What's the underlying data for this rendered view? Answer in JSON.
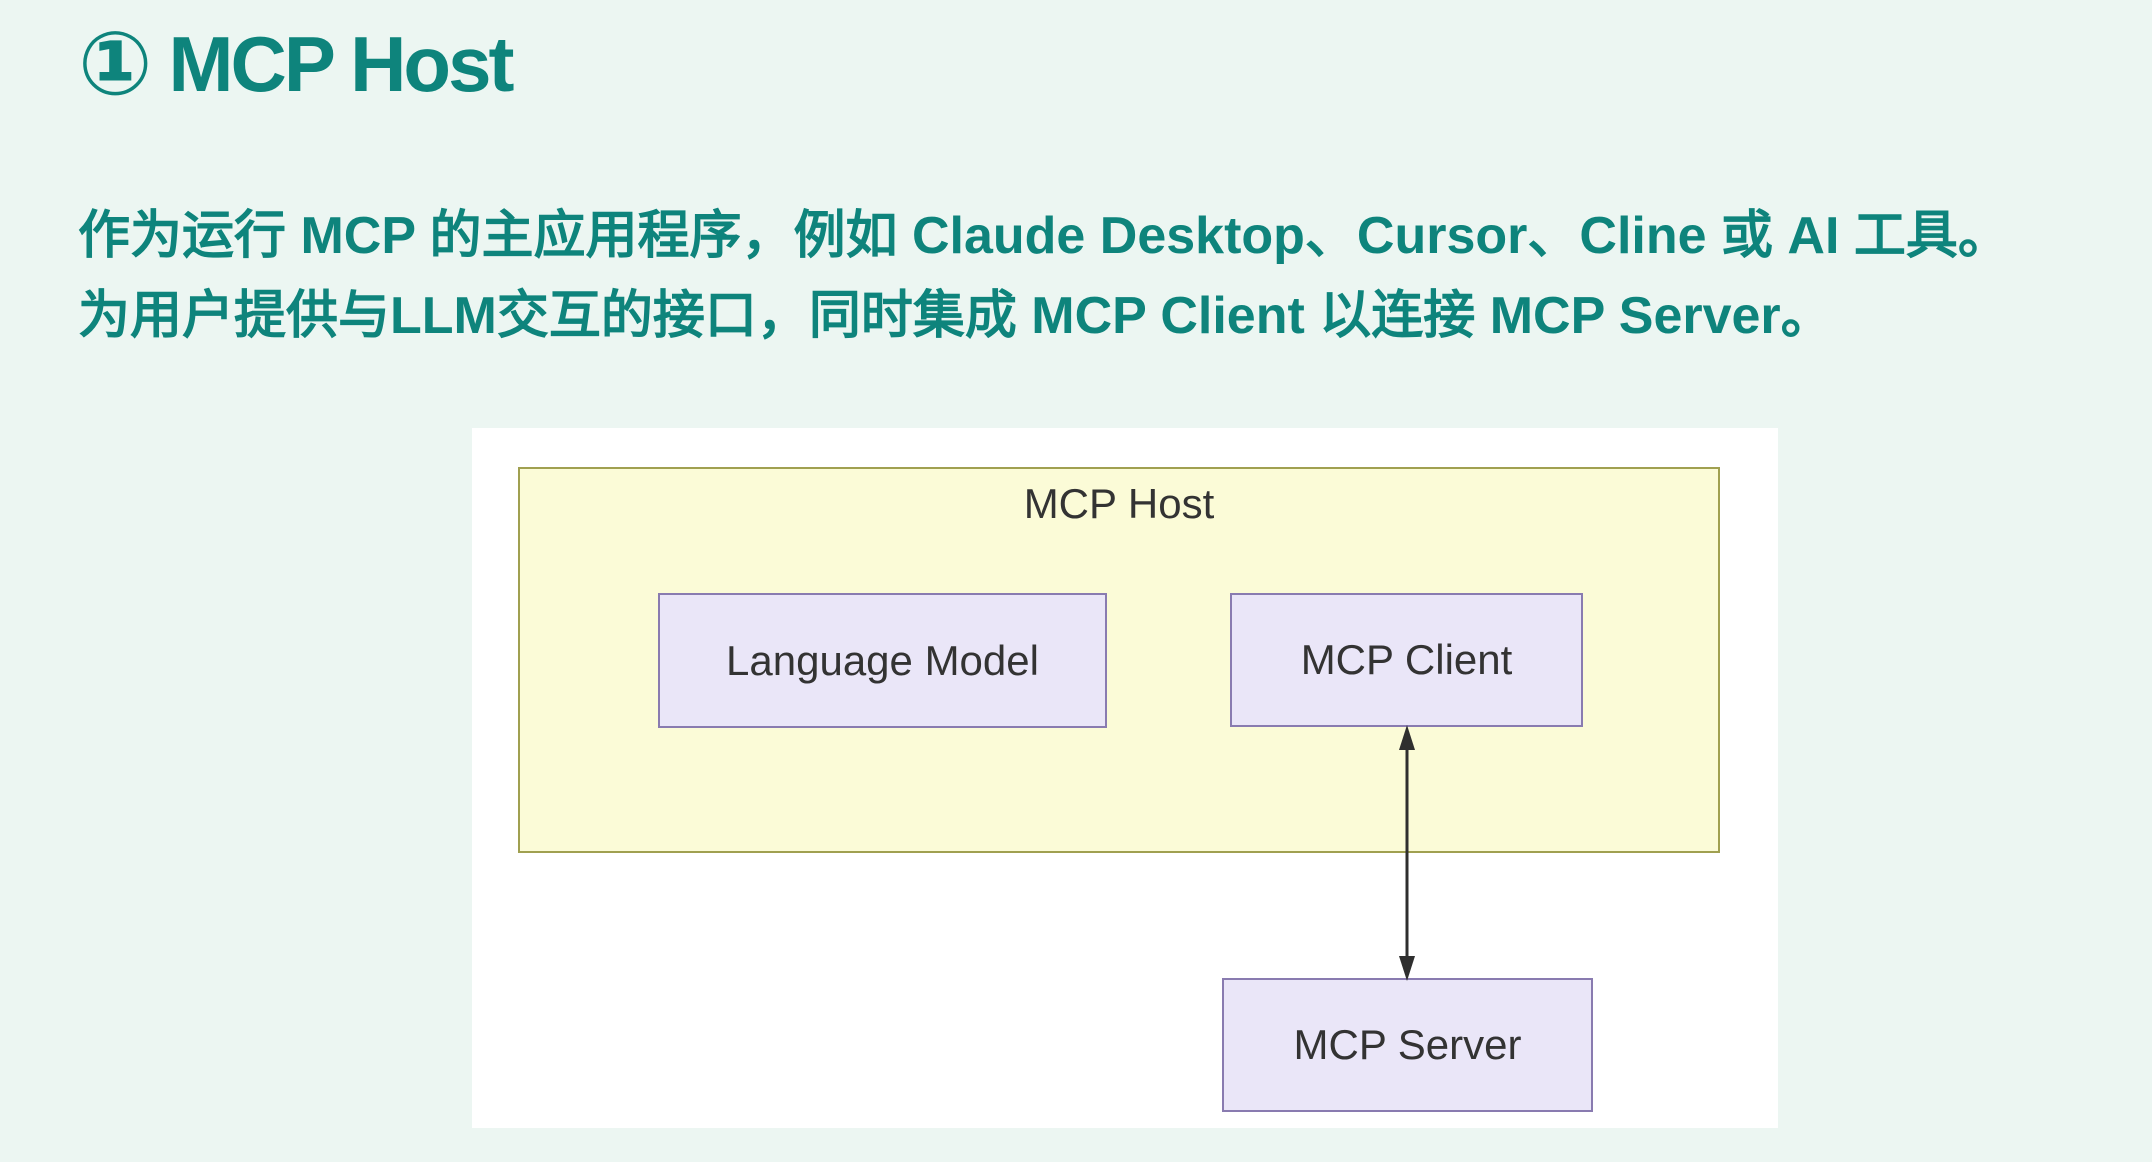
{
  "theme": {
    "background": "#ecf6f2",
    "accent": "#0e847c"
  },
  "heading": {
    "index": "①",
    "title": "MCP Host"
  },
  "paragraph": {
    "line1": "作为运行 MCP 的主应用程序，例如 Claude Desktop、Cursor、Cline 或 AI 工具。",
    "line2": "为用户提供与LLM交互的接口，同时集成 MCP Client 以连接 MCP Server。"
  },
  "diagram": {
    "host_label": "MCP Host",
    "nodes": [
      {
        "id": "language-model",
        "label": "Language Model"
      },
      {
        "id": "mcp-client",
        "label": "MCP Client"
      },
      {
        "id": "mcp-server",
        "label": "MCP Server"
      }
    ],
    "edge": {
      "from": "mcp-client",
      "to": "mcp-server",
      "style": "double-headed-arrow"
    },
    "colors": {
      "panel": "#ffffff",
      "host_fill": "#fbfbd7",
      "host_border": "#a0a050",
      "node_fill": "#eae6f8",
      "node_border": "#897bb0",
      "node_text": "#333333",
      "arrow": "#2f2f2f"
    }
  }
}
